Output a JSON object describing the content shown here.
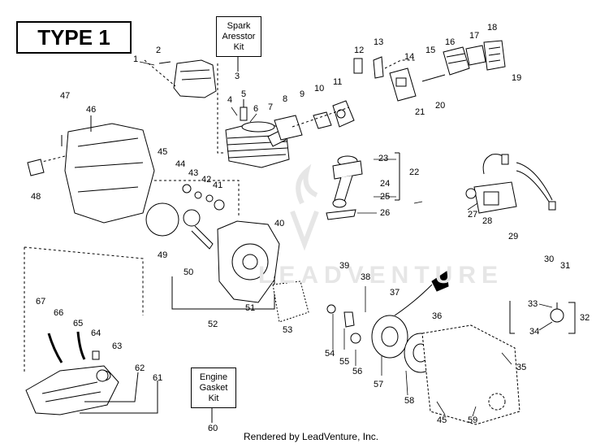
{
  "title": "TYPE 1",
  "kits": {
    "spark_arrestor": "Spark\nAresstor\nKit",
    "engine_gasket": "Engine\nGasket\nKit"
  },
  "watermark": "LEADVENTURE",
  "footer": "Rendered by LeadVenture, Inc.",
  "callouts": [
    "1",
    "2",
    "3",
    "4",
    "5",
    "6",
    "7",
    "8",
    "9",
    "10",
    "11",
    "12",
    "13",
    "14",
    "15",
    "16",
    "17",
    "18",
    "19",
    "20",
    "21",
    "22",
    "23",
    "24",
    "25",
    "26",
    "27",
    "28",
    "29",
    "30",
    "31",
    "32",
    "33",
    "34",
    "35",
    "36",
    "37",
    "38",
    "39",
    "40",
    "41",
    "42",
    "43",
    "44",
    "45",
    "45",
    "46",
    "47",
    "48",
    "49",
    "50",
    "51",
    "52",
    "53",
    "54",
    "55",
    "56",
    "57",
    "58",
    "59",
    "60",
    "61",
    "62",
    "63",
    "64",
    "65",
    "66",
    "67"
  ]
}
